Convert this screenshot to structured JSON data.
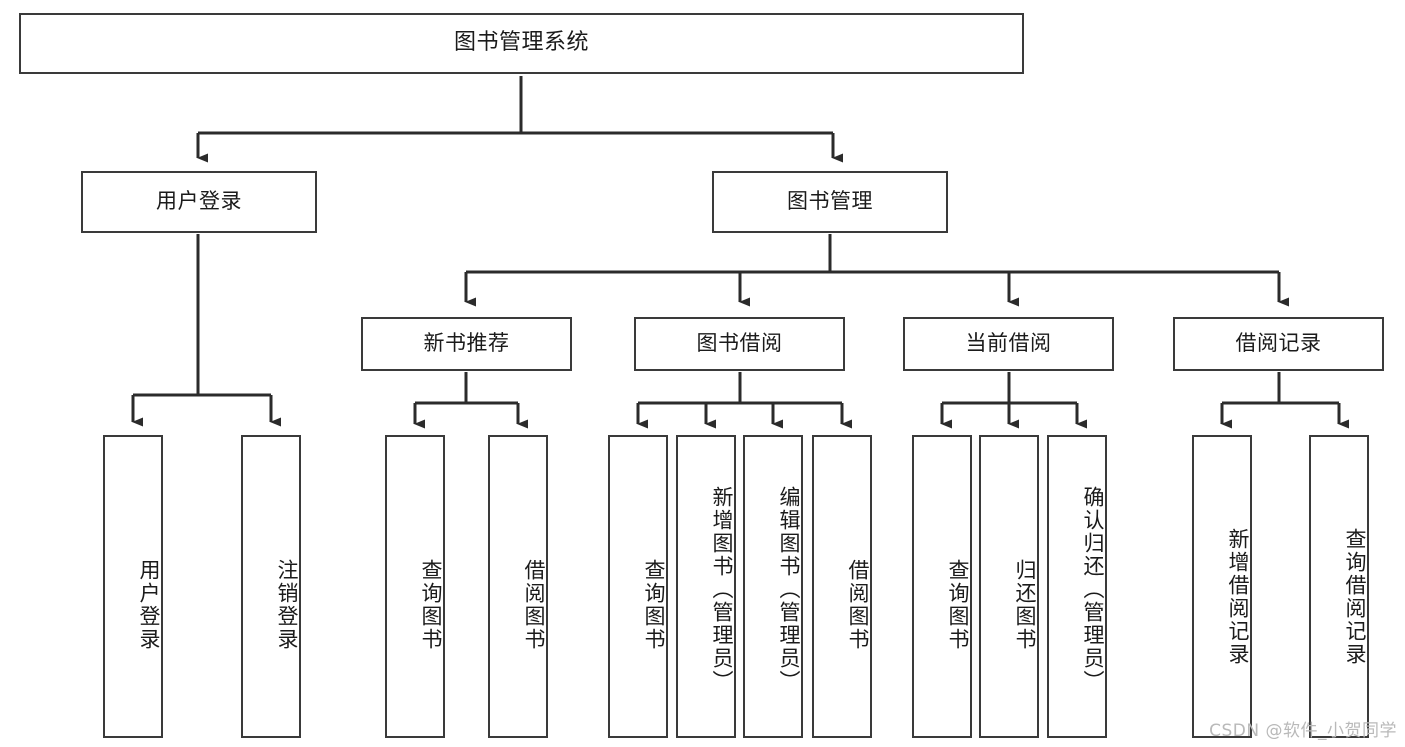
{
  "diagram": {
    "type": "tree-hierarchy",
    "title": "图书管理系统",
    "orientation": "top-down",
    "watermark": "CSDN @软件_小贺同学",
    "colors": {
      "box_border": "#3a3a3a",
      "box_fill": "#ffffff",
      "edge": "#2b2b2b",
      "text": "#1b1b1b",
      "watermark": "#b9b9b9",
      "background": "#ffffff"
    },
    "root": {
      "id": "root",
      "label": "图书管理系统"
    },
    "level1": [
      {
        "id": "user-login",
        "label": "用户登录"
      },
      {
        "id": "book-manage",
        "label": "图书管理"
      }
    ],
    "level2": [
      {
        "id": "new-book-rec",
        "label": "新书推荐",
        "parent": "book-manage"
      },
      {
        "id": "book-borrow",
        "label": "图书借阅",
        "parent": "book-manage"
      },
      {
        "id": "current-borrow",
        "label": "当前借阅",
        "parent": "book-manage"
      },
      {
        "id": "borrow-record",
        "label": "借阅记录",
        "parent": "book-manage"
      }
    ],
    "leaves": [
      {
        "id": "leaf-user-login",
        "label": "用户登录",
        "parent": "user-login"
      },
      {
        "id": "leaf-user-logout",
        "label": "注销登录",
        "parent": "user-login"
      },
      {
        "id": "leaf-query-book-1",
        "label": "查询图书",
        "parent": "new-book-rec"
      },
      {
        "id": "leaf-borrow-book-1",
        "label": "借阅图书",
        "parent": "new-book-rec"
      },
      {
        "id": "leaf-query-book-2",
        "label": "查询图书",
        "parent": "book-borrow"
      },
      {
        "id": "leaf-add-book",
        "label": "新增图书（管理员）",
        "parent": "book-borrow"
      },
      {
        "id": "leaf-edit-book",
        "label": "编辑图书（管理员）",
        "parent": "book-borrow"
      },
      {
        "id": "leaf-borrow-book-2",
        "label": "借阅图书",
        "parent": "book-borrow"
      },
      {
        "id": "leaf-query-book-3",
        "label": "查询图书",
        "parent": "current-borrow"
      },
      {
        "id": "leaf-return-book",
        "label": "归还图书",
        "parent": "current-borrow"
      },
      {
        "id": "leaf-confirm-return",
        "label": "确认归还（管理员）",
        "parent": "current-borrow"
      },
      {
        "id": "leaf-add-record",
        "label": "新增借阅记录",
        "parent": "borrow-record"
      },
      {
        "id": "leaf-query-record",
        "label": "查询借阅记录",
        "parent": "borrow-record"
      }
    ]
  }
}
